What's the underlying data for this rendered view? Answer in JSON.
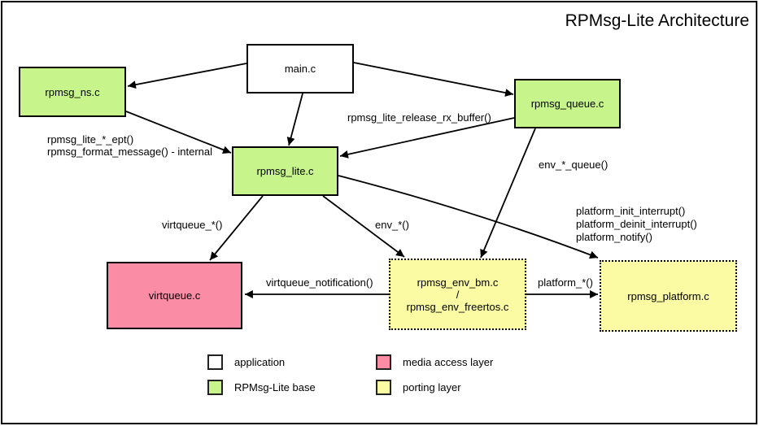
{
  "title": "RPMsg-Lite Architecture",
  "nodes": {
    "main": {
      "label": "main.c"
    },
    "rpmsg_ns": {
      "label": "rpmsg_ns.c"
    },
    "rpmsg_queue": {
      "label": "rpmsg_queue.c"
    },
    "rpmsg_lite": {
      "label": "rpmsg_lite.c"
    },
    "virtqueue": {
      "label": "virtqueue.c"
    },
    "env": {
      "line1": "rpmsg_env_bm.c",
      "line2": "/",
      "line3": "rpmsg_env_freertos.c"
    },
    "platform": {
      "label": "rpmsg_platform.c"
    }
  },
  "edge_labels": {
    "ept": {
      "line1": "rpmsg_lite_*_ept()",
      "line2": "rpmsg_format_message() - internal"
    },
    "release_rx": "rpmsg_lite_release_rx_buffer()",
    "env_queue": "env_*_queue()",
    "platform_calls": {
      "line1": "platform_init_interrupt()",
      "line2": "platform_deinit_interrupt()",
      "line3": "platform_notify()"
    },
    "virtqueue_star": "virtqueue_*()",
    "env_star": "env_*()",
    "virtqueue_notification": "virtqueue_notification()",
    "platform_star": "platform_*()"
  },
  "legend": [
    {
      "label": "application",
      "color": "#ffffff"
    },
    {
      "label": "RPMsg-Lite base",
      "color": "#c8f58b"
    },
    {
      "label": "media access layer",
      "color": "#fb8ca5"
    },
    {
      "label": "porting layer",
      "color": "#fbfba3"
    }
  ],
  "colors": {
    "base_green": "#c8f58b",
    "media_pink": "#fb8ca5",
    "porting_yellow": "#fbfba3",
    "application_white": "#ffffff",
    "line_black": "#000000"
  }
}
